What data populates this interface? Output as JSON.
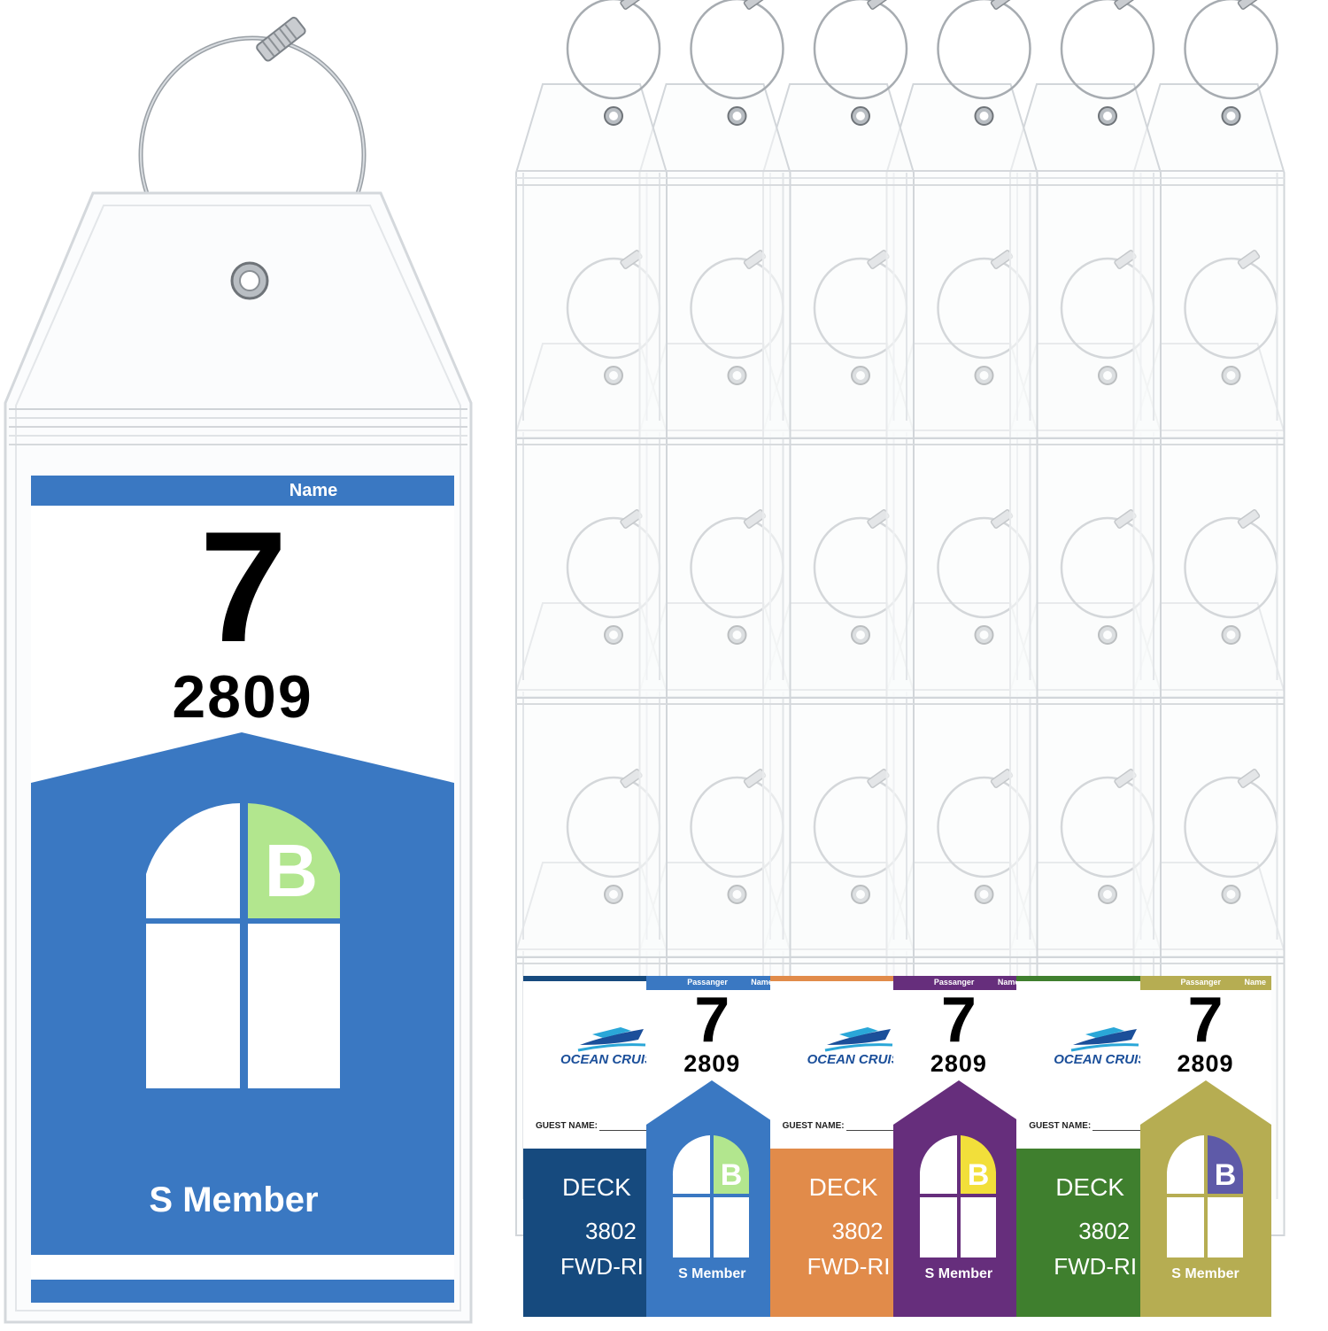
{
  "product": {
    "featured_tag": {
      "header_label": "Name",
      "deck_number": "7",
      "cabin_number": "2809",
      "window_letter": "B",
      "member_label": "S  Member",
      "theme_color": "#3a78c2",
      "letter_color": "#b2e68e"
    },
    "holder_grid": {
      "rows": 4,
      "columns": 6
    },
    "sample_cards": [
      {
        "style": "cruise-card",
        "brand": "OCEAN CRUIS",
        "guest_label": "GUEST NAME:",
        "deck_label": "DECK",
        "deck_value": "3802",
        "location_code": "FWD-RI",
        "theme_color": "#164a7e"
      },
      {
        "style": "number-card",
        "passenger_label": "Passanger",
        "name_label": "Name",
        "deck_number": "7",
        "cabin_number": "2809",
        "window_letter": "B",
        "member_label": "S  Member",
        "theme_color": "#3a78c2",
        "letter_color": "#b2e68e"
      },
      {
        "style": "cruise-card",
        "brand": "OCEAN CRUIS",
        "guest_label": "GUEST NAME:",
        "deck_label": "DECK",
        "deck_value": "3802",
        "location_code": "FWD-RI",
        "theme_color": "#e18b4a"
      },
      {
        "style": "number-card",
        "passenger_label": "Passanger",
        "name_label": "Name",
        "deck_number": "7",
        "cabin_number": "2809",
        "window_letter": "B",
        "member_label": "S  Member",
        "theme_color": "#662e7c",
        "letter_color": "#f2df3a"
      },
      {
        "style": "cruise-card",
        "brand": "OCEAN CRUIS",
        "guest_label": "GUEST NAME:",
        "deck_label": "DECK",
        "deck_value": "3802",
        "location_code": "FWD-RI",
        "theme_color": "#3f7f2e"
      },
      {
        "style": "number-card",
        "passenger_label": "Passanger",
        "name_label": "Name",
        "deck_number": "7",
        "cabin_number": "2809",
        "window_letter": "B",
        "member_label": "S  Member",
        "theme_color": "#b6ad52",
        "letter_color": "#5e5aa8"
      }
    ]
  }
}
